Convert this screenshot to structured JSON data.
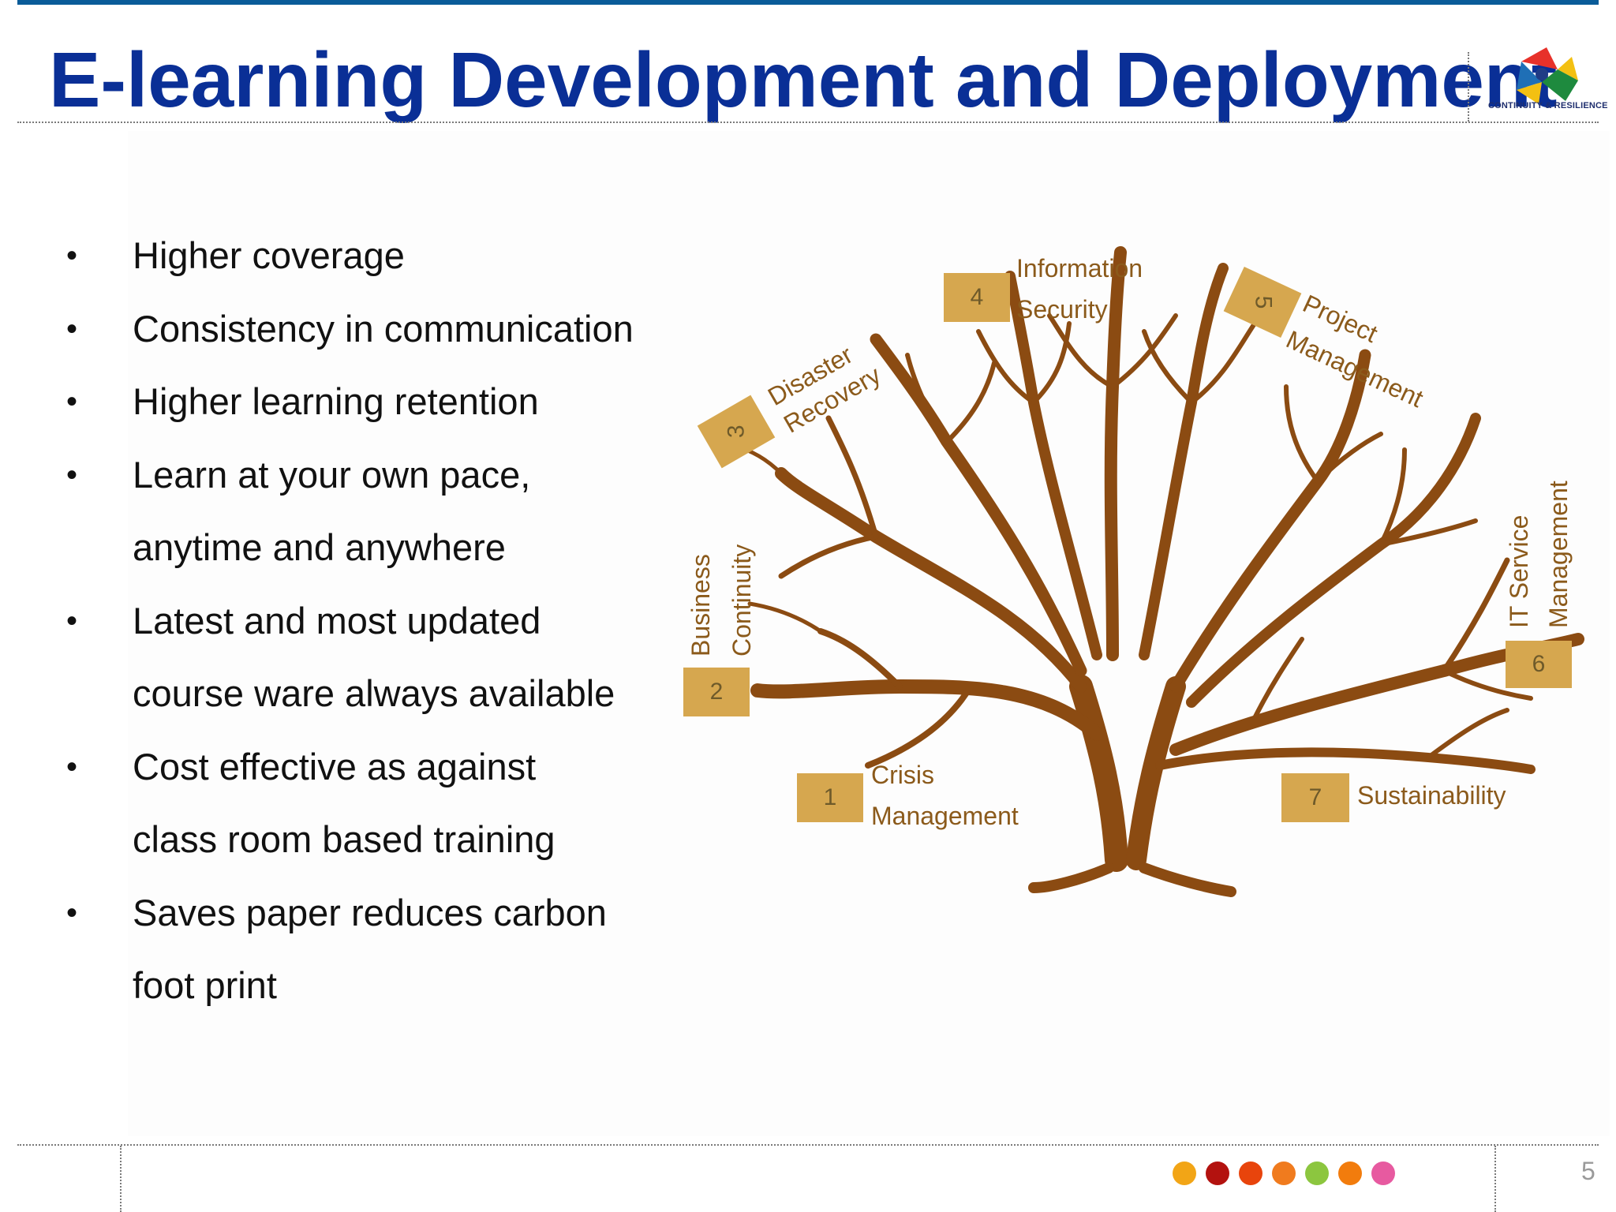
{
  "title": "E-learning Development and Deployment",
  "logo": {
    "text": "CONTINUITY & RESILIENCE"
  },
  "bullets": [
    {
      "lines": [
        "Higher coverage"
      ]
    },
    {
      "lines": [
        "Consistency in communication"
      ]
    },
    {
      "lines": [
        "Higher learning retention"
      ]
    },
    {
      "lines": [
        "Learn at your own pace,",
        "anytime and anywhere"
      ]
    },
    {
      "lines": [
        "Latest and most updated",
        "course ware always available"
      ]
    },
    {
      "lines": [
        "Cost effective as against",
        "class room based training"
      ]
    },
    {
      "lines": [
        "Saves paper reduces carbon",
        "foot print"
      ]
    }
  ],
  "tree": {
    "branch_color": "#8b4b12",
    "box_color": "#d6a74f",
    "items": [
      {
        "number": "1",
        "label_lines": [
          "Crisis",
          "Management"
        ]
      },
      {
        "number": "2",
        "label_lines": [
          "Business",
          "Continuity"
        ]
      },
      {
        "number": "3",
        "label_lines": [
          "Disaster",
          "Recovery"
        ]
      },
      {
        "number": "4",
        "label_lines": [
          "Information",
          "Security"
        ]
      },
      {
        "number": "5",
        "label_lines": [
          "Project",
          "Management"
        ]
      },
      {
        "number": "6",
        "label_lines": [
          "IT Service",
          "Management"
        ]
      },
      {
        "number": "7",
        "label_lines": [
          "Sustainability"
        ]
      }
    ]
  },
  "footer": {
    "dot_colors": [
      "#f2a516",
      "#b3120f",
      "#e8440c",
      "#f07b1e",
      "#8cc63f",
      "#f27c0d",
      "#e75aa0"
    ],
    "page_number": "5"
  }
}
